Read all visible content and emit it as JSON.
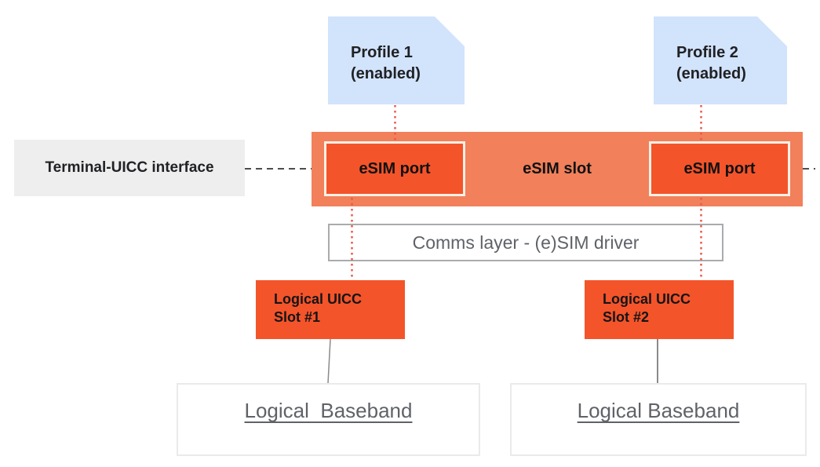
{
  "profiles": [
    {
      "name": "Profile 1",
      "state": "(enabled)"
    },
    {
      "name": "Profile 2",
      "state": "(enabled)"
    }
  ],
  "terminal_interface": {
    "label": "Terminal-UICC interface"
  },
  "esim_slot": {
    "label": "eSIM slot",
    "ports": [
      {
        "label": "eSIM port"
      },
      {
        "label": "eSIM port"
      }
    ]
  },
  "comms_layer": {
    "label": "Comms layer - (e)SIM driver"
  },
  "logical_uicc_slots": [
    {
      "line1": "Logical UICC",
      "line2": "Slot #1"
    },
    {
      "line1": "Logical UICC",
      "line2": "Slot #2"
    }
  ],
  "logical_basebands": [
    {
      "label": "Logical  Baseband"
    },
    {
      "label": "Logical Baseband"
    }
  ],
  "colors": {
    "profile_card": "#D2E3FC",
    "esim_slot": "#F1805B",
    "esim_port": "#F4542A",
    "port_border": "#FAF0E6",
    "label_box": "#EEEEEE",
    "text_dark": "#202124",
    "text_gray": "#5F6368",
    "dotted_red": "#E9594B",
    "dashed_gray": "#4D4D4D",
    "connector_gray": "#8A8A8A",
    "comms_border": "#A9ABAE",
    "baseband_border": "#EAEAEA"
  }
}
